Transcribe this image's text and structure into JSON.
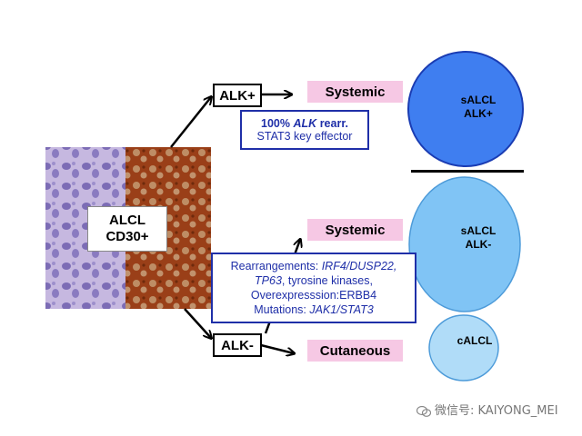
{
  "main_label": {
    "line1": "ALCL",
    "line2": "CD30+"
  },
  "branches": {
    "alk_pos": {
      "label": "ALK+",
      "outcome": "Systemic",
      "note": {
        "line1_pct": "100%",
        "line1_gene": "ALK",
        "line1_rest": "rearr.",
        "line2": "STAT3 key effector"
      }
    },
    "alk_neg": {
      "label": "ALK-",
      "outcome_systemic": "Systemic",
      "outcome_cutaneous": "Cutaneous",
      "note": {
        "l1_prefix": "Rearrangements: ",
        "l1_genes": "IRF4/DUSP22,",
        "l2_gene": "TP63",
        "l2_rest": ", tyrosine kinases,",
        "l3": "Overexpresssion:ERBB4",
        "l4_prefix": "Mutations: ",
        "l4_genes": "JAK1/STAT3"
      }
    }
  },
  "circles": {
    "top": {
      "line1": "sALCL",
      "line2": "ALK+",
      "color": "#3f7ef0"
    },
    "middle": {
      "line1": "sALCL",
      "line2": "ALK-",
      "color": "#80c4f5"
    },
    "bottom": {
      "line1": "cALCL",
      "color": "#b0dcf8"
    }
  },
  "colors": {
    "pink_box": "#f6c8e4",
    "note_border": "#1f2fa8",
    "he_stain": "#b9a7d8",
    "ihc_stain": "#a0461f"
  },
  "watermark": "微信号: KAIYONG_MEI"
}
